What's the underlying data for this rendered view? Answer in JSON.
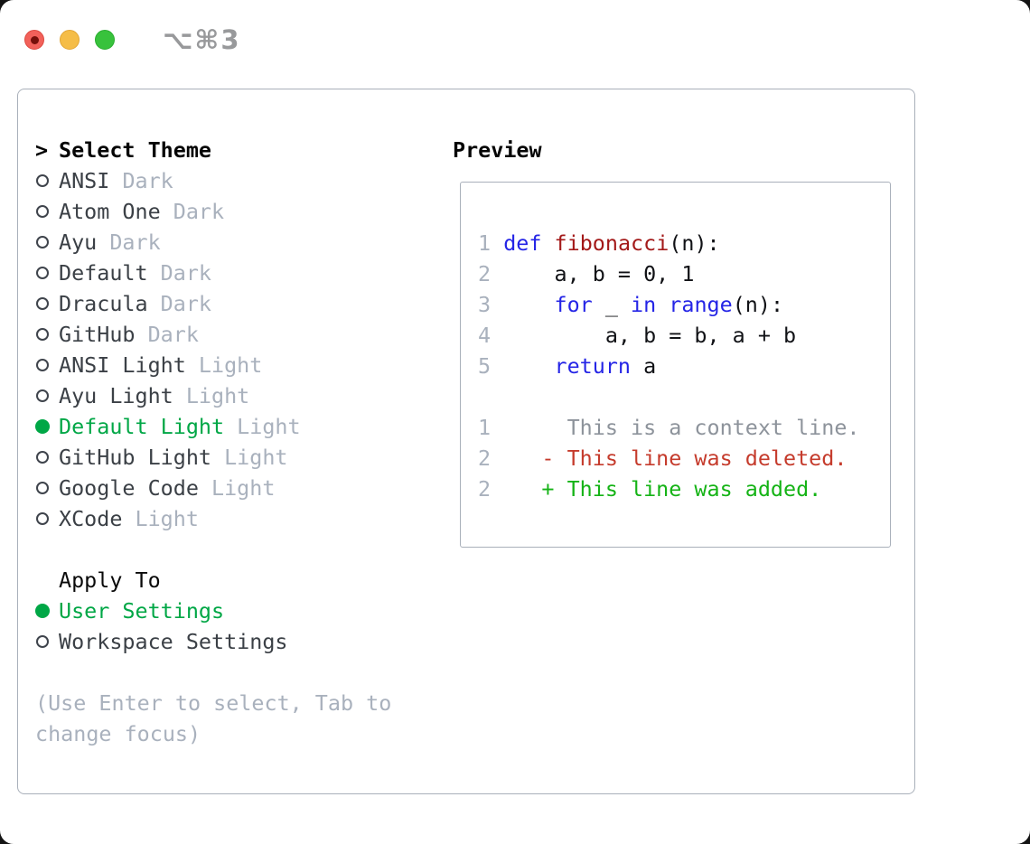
{
  "window": {
    "shortcut": "⌥⌘3"
  },
  "colors": {
    "selection_green": "#00a746",
    "added_green": "#15b316",
    "deleted_red": "#c53b2c",
    "keyword_blue": "#2525e6",
    "function_red": "#a31919",
    "muted_gray": "#a9b1bd",
    "context_gray": "#8d939b",
    "item_text": "#3b4046",
    "border_gray": "#a9b0ba",
    "traffic_red": "#f2615a",
    "traffic_yellow": "#f5bd48",
    "traffic_green": "#38c23c"
  },
  "theme_list": {
    "prompt": ">",
    "header": "Select Theme",
    "items": [
      {
        "name": "ANSI",
        "variant": "Dark",
        "selected": false
      },
      {
        "name": "Atom One",
        "variant": "Dark",
        "selected": false
      },
      {
        "name": "Ayu",
        "variant": "Dark",
        "selected": false
      },
      {
        "name": "Default",
        "variant": "Dark",
        "selected": false
      },
      {
        "name": "Dracula",
        "variant": "Dark",
        "selected": false
      },
      {
        "name": "GitHub",
        "variant": "Dark",
        "selected": false
      },
      {
        "name": "ANSI Light",
        "variant": "Light",
        "selected": false
      },
      {
        "name": "Ayu Light",
        "variant": "Light",
        "selected": false
      },
      {
        "name": "Default Light",
        "variant": "Light",
        "selected": true
      },
      {
        "name": "GitHub Light",
        "variant": "Light",
        "selected": false
      },
      {
        "name": "Google Code",
        "variant": "Light",
        "selected": false
      },
      {
        "name": "XCode",
        "variant": "Light",
        "selected": false
      }
    ]
  },
  "apply_to": {
    "header": "Apply To",
    "options": [
      {
        "label": "User Settings",
        "selected": true
      },
      {
        "label": "Workspace Settings",
        "selected": false
      }
    ]
  },
  "hint_lines": [
    "(Use Enter to select, Tab to",
    "change focus)"
  ],
  "preview": {
    "header": "Preview",
    "lines": [
      {
        "num": "1",
        "tokens": [
          [
            " ",
            "p"
          ],
          [
            "def",
            "k"
          ],
          [
            " ",
            "p"
          ],
          [
            "fibonacci",
            "f"
          ],
          [
            "(n):",
            "p"
          ]
        ]
      },
      {
        "num": "2",
        "tokens": [
          [
            "     a, b = 0, 1",
            "p"
          ]
        ]
      },
      {
        "num": "3",
        "tokens": [
          [
            "     ",
            "p"
          ],
          [
            "for",
            "k"
          ],
          [
            " _ ",
            "p"
          ],
          [
            "in",
            "k"
          ],
          [
            " ",
            "p"
          ],
          [
            "range",
            "k"
          ],
          [
            "(n):",
            "p"
          ]
        ]
      },
      {
        "num": "4",
        "tokens": [
          [
            "         a, b = b, a + b",
            "p"
          ]
        ]
      },
      {
        "num": "5",
        "tokens": [
          [
            "     ",
            "p"
          ],
          [
            "return",
            "k"
          ],
          [
            " a",
            "p"
          ]
        ]
      },
      {
        "num": "",
        "tokens": []
      },
      {
        "num": "1",
        "tokens": [
          [
            "      This is a context line.",
            "ctx"
          ]
        ]
      },
      {
        "num": "2",
        "tokens": [
          [
            "    - This line was deleted.",
            "del"
          ]
        ]
      },
      {
        "num": "2",
        "tokens": [
          [
            "    + This line was added.",
            "add"
          ]
        ]
      }
    ]
  }
}
